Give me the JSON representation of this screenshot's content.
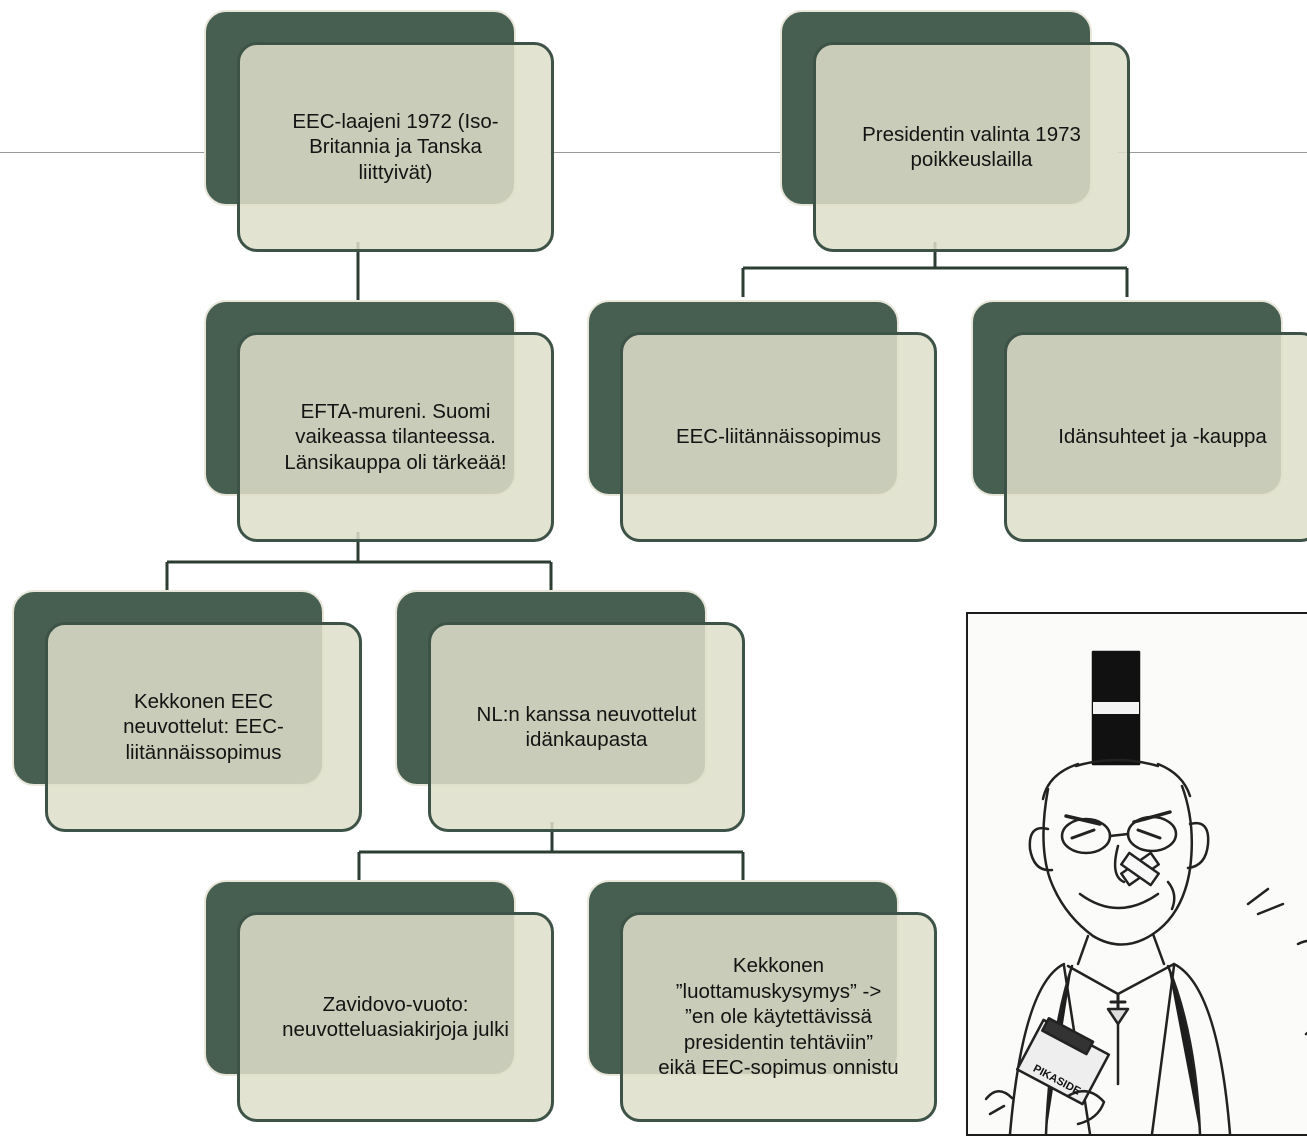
{
  "nodes": {
    "eec_expansion": "EEC-laajeni 1972 (Iso-\nBritannia ja Tanska\nliittyivät)",
    "president_election": "Presidentin valinta 1973\npoikkeuslailla",
    "efta_broke": "EFTA-mureni. Suomi\nvaikeassa tilanteessa.\nLänsikauppa oli tärkeää!",
    "eec_association": "EEC-liitännäissopimus",
    "east_relations": "Idänsuhteet ja -kauppa",
    "kekkonen_eec": "Kekkonen EEC\nneuvottelut: EEC-\nliitännäissopimus",
    "nl_negotiations": "NL:n kanssa neuvottelut\nidänkaupasta",
    "zavidovo": "Zavidovo-vuoto:\nneuvotteluasiakirjoja julki",
    "confidence_question": "Kekkonen\n”luottamuskysymys” ->\n”en ole käytettävissä\npresidentin tehtäviin”\neikä EEC-sopimus onnistu"
  },
  "cartoon": {
    "book_text": "PIKASIDE"
  },
  "colors": {
    "back_box": "#465f51",
    "front_box": "#dedeca",
    "border": "#3d5347",
    "connector": "#2c3d33"
  }
}
